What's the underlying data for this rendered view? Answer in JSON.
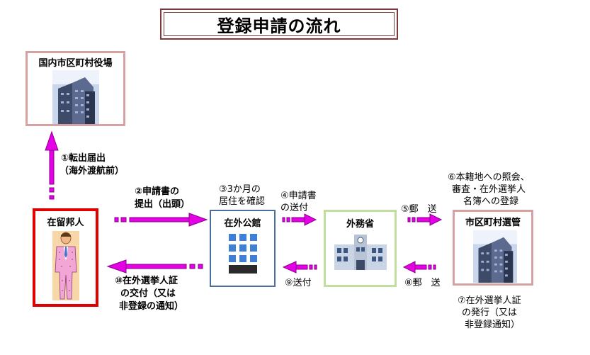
{
  "title": "登録申請の流れ",
  "nodes": {
    "municipal_office": "国内市区町村役場",
    "resident": "在留邦人",
    "embassy": "在外公館",
    "mofa": "外務省",
    "election_board": "市区町村選管"
  },
  "steps": {
    "s1_line1": "①転出届出",
    "s1_line2": "（海外渡航前）",
    "s2_line1": "②申請書の",
    "s2_line2": "提出（出頭）",
    "s3_line1": "③3か月の",
    "s3_line2": "居住を確認",
    "s4_line1": "④申請書",
    "s4_line2": "の送付",
    "s5": "⑤郵　送",
    "s6_line1": "⑥本籍地への照会、",
    "s6_line2": "審査・在外選挙人",
    "s6_line3": "名簿への登録",
    "s7_line1": "⑦在外選挙人証",
    "s7_line2": "の発行（又は",
    "s7_line3": "非登録通知）",
    "s8": "⑧郵　送",
    "s9": "⑨送付",
    "s10_line1": "⑩在外選挙人証",
    "s10_line2": "の交付（又は",
    "s10_line3": "非登録の通知）"
  },
  "colors": {
    "arrow": "#e600e6",
    "arrow_outline": "#8a008a",
    "title_border": "#7a3a3a",
    "municipal_border": "#d4a2a2",
    "resident_border": "#e00000",
    "embassy_border": "#4a6f9a",
    "mofa_border": "#c3dca0",
    "election_border": "#d4a2a2"
  },
  "icons": {
    "municipal_office": "office-building-icon",
    "resident": "person-in-suit-icon",
    "embassy": "blue-building-icon",
    "mofa": "government-building-icon",
    "election_board": "office-building-icon"
  }
}
